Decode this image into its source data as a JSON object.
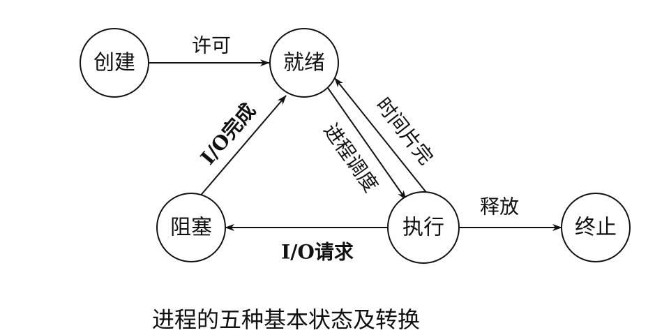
{
  "diagram": {
    "states": {
      "create": "创建",
      "ready": "就绪",
      "running": "执行",
      "blocked": "阻塞",
      "terminated": "终止"
    },
    "transitions": {
      "admit": "许可",
      "dispatch": "进程调度",
      "timeout": "时间片完",
      "io_request": "I/O请求",
      "io_complete": "I/O完成",
      "release": "释放"
    },
    "caption": "进程的五种基本状态及转换"
  }
}
